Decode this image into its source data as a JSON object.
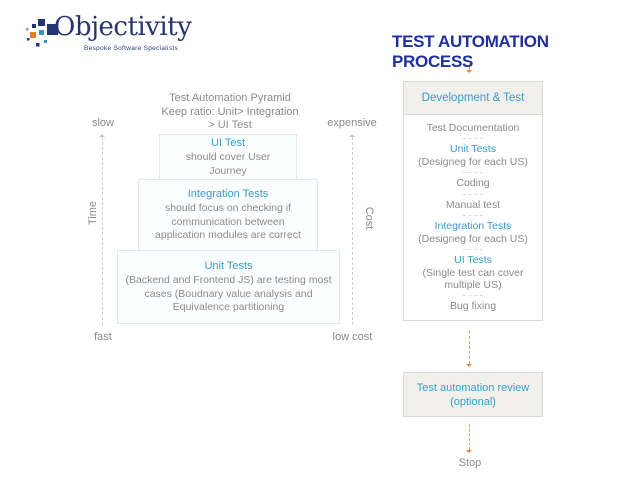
{
  "logo": {
    "name": "Objectivity",
    "tagline": "Bespoke Software Specialists"
  },
  "header": {
    "title": "TEST AUTOMATION PROCESS"
  },
  "pyramid": {
    "heading_line1": "Test Automation Pyramid",
    "heading_line2": "Keep ratio: Unit> Integration",
    "heading_line3": "> UI Test",
    "left_axis": {
      "top": "slow",
      "label": "Time",
      "bottom": "fast"
    },
    "right_axis": {
      "top": "expensive",
      "label": "Cost",
      "bottom": "low cost"
    },
    "levels": [
      {
        "title": "UI Test",
        "description": "should cover User Journey"
      },
      {
        "title": "Integration Tests",
        "description": "should focus on checking if communication between application modules are correct"
      },
      {
        "title": "Unit Tests",
        "description": "(Backend and Frontend JS) are testing most cases (Boudnary value analysis and Equivalence partitioning"
      }
    ]
  },
  "flow": {
    "header": "Development & Test",
    "steps": [
      {
        "label": "Test Documentation"
      },
      {
        "title": "Unit Tests",
        "note": "(Designeg for each US)"
      },
      {
        "label": "Coding"
      },
      {
        "label": "Manual test"
      },
      {
        "title": "Integration Tests",
        "note": "(Designeg for each US)"
      },
      {
        "title": "UI Tests",
        "note": "(Single test can cover multiple US)"
      },
      {
        "label": "Bug fixing"
      }
    ],
    "review_line1": "Test automation review",
    "review_line2": "(optional)",
    "stop": "Stop"
  },
  "colors": {
    "accent_blue": "#3a9cc9",
    "title_navy": "#1f2f9e",
    "logo_navy": "#283570",
    "text_gray": "#8b8b8b",
    "arrow_orange": "#e8873f"
  }
}
